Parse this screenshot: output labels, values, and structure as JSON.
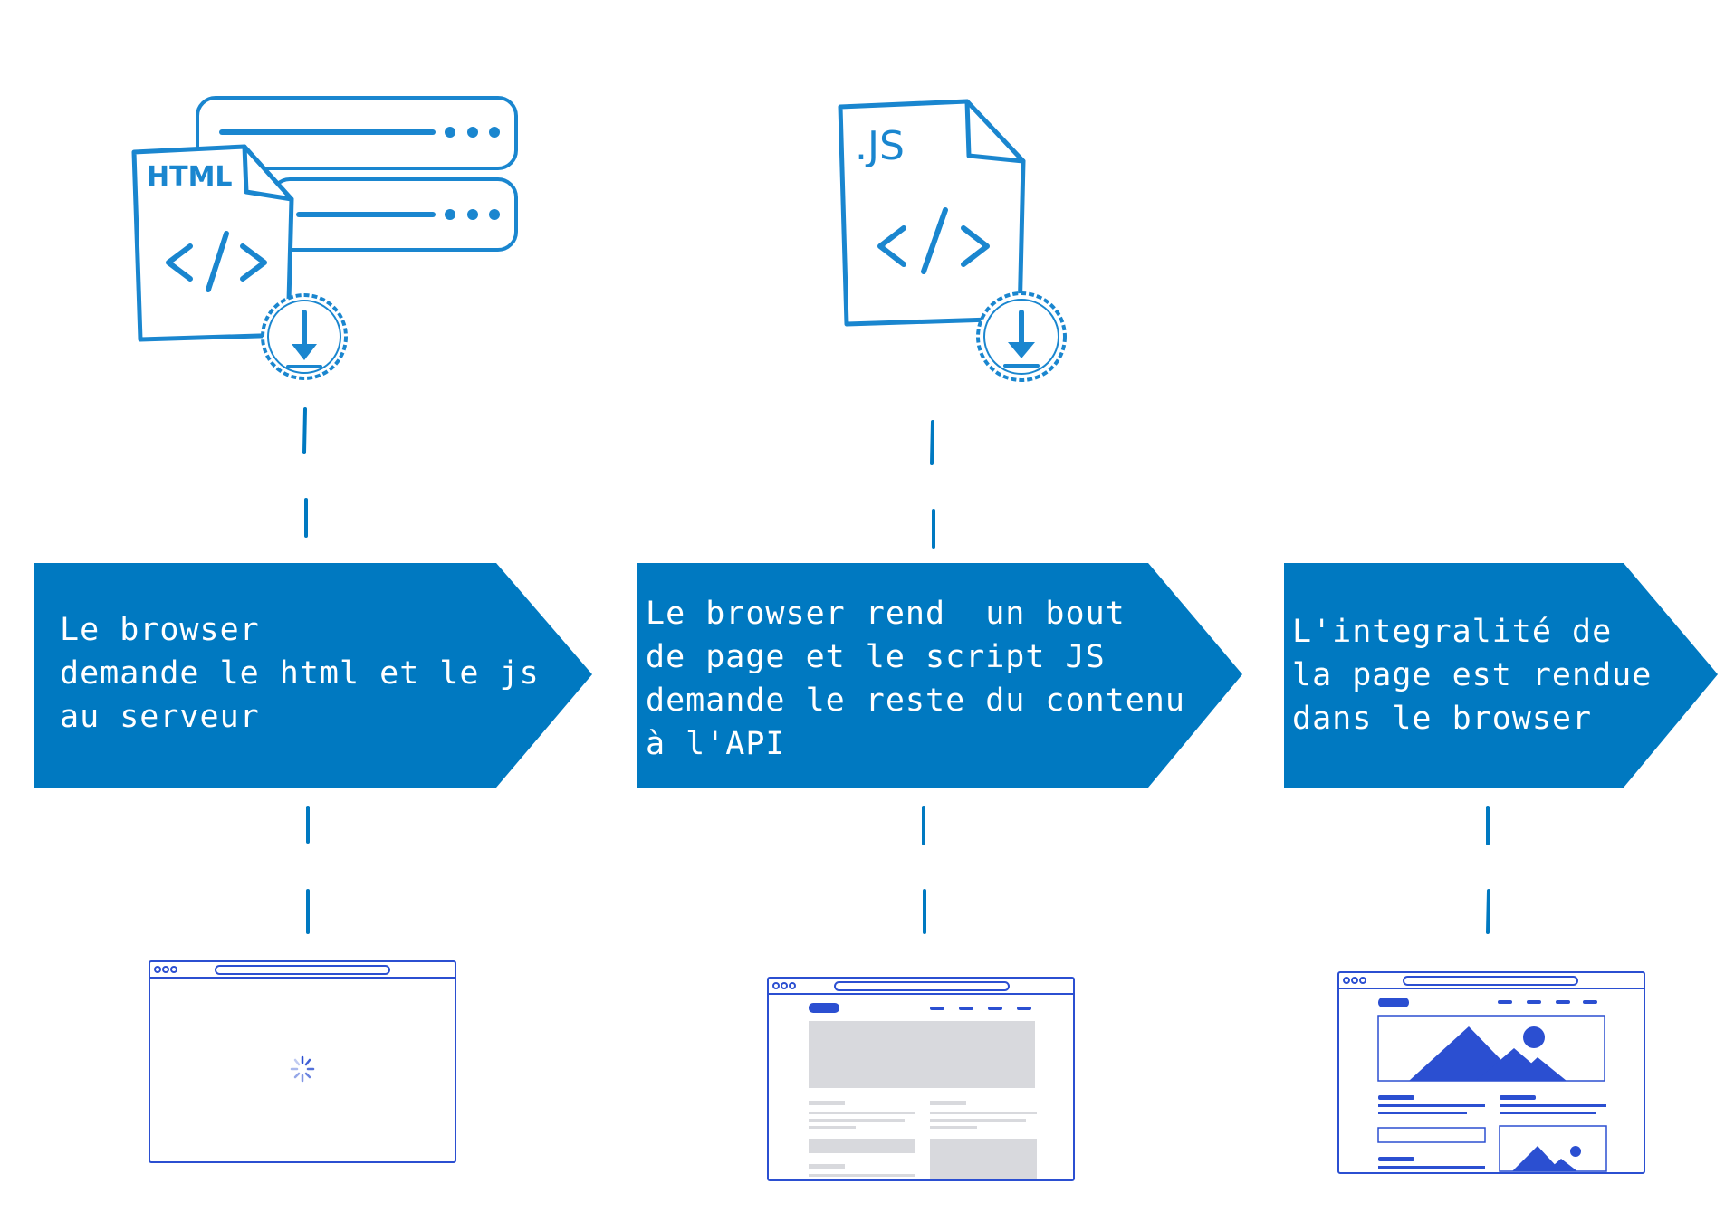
{
  "colors": {
    "primary": "#0079c1",
    "sketch": "#1a86cf",
    "wire": "#2b4fd1",
    "placeholder": "#d8d9dd"
  },
  "icons": {
    "html_file": {
      "label": "HTML",
      "icon": "html-file-download-icon"
    },
    "js_file": {
      "label": ".JS",
      "icon": "js-file-download-icon"
    },
    "server": {
      "icon": "server-icon"
    }
  },
  "steps": [
    {
      "text": "Le browser\ndemande le html et le js\nau serveur",
      "wireframe": "browser-loading-wireframe"
    },
    {
      "text": "Le browser rend  un bout\nde page et le script JS\ndemande le reste du contenu\nà l'API",
      "wireframe": "browser-partial-wireframe"
    },
    {
      "text": "L'integralité de\nla page est rendue\ndans le browser",
      "wireframe": "browser-full-wireframe"
    }
  ]
}
